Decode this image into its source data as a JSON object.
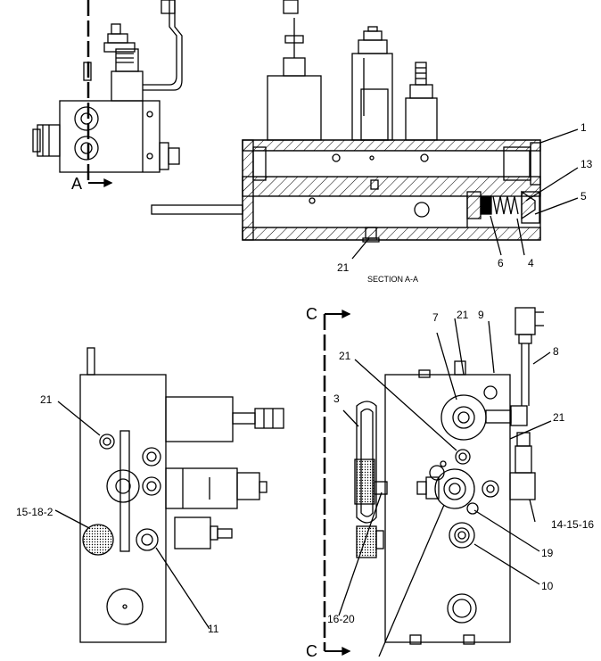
{
  "section_marks": {
    "a": "A",
    "c_top": "C",
    "c_bottom": "C"
  },
  "section_caption": "SECTION A-A",
  "callouts": {
    "c1": "1",
    "c13": "13",
    "c5": "5",
    "c4": "4",
    "c6": "6",
    "c21_section": "21",
    "c7": "7",
    "c21_top": "21",
    "c9": "9",
    "c8": "8",
    "c21_right": "21",
    "c3": "3",
    "c21_front": "21",
    "c14": "14-15-16",
    "c19": "19",
    "c10": "10",
    "c16": "16-20",
    "c21_left": "21",
    "c15": "15-18-2",
    "c11": "11"
  }
}
